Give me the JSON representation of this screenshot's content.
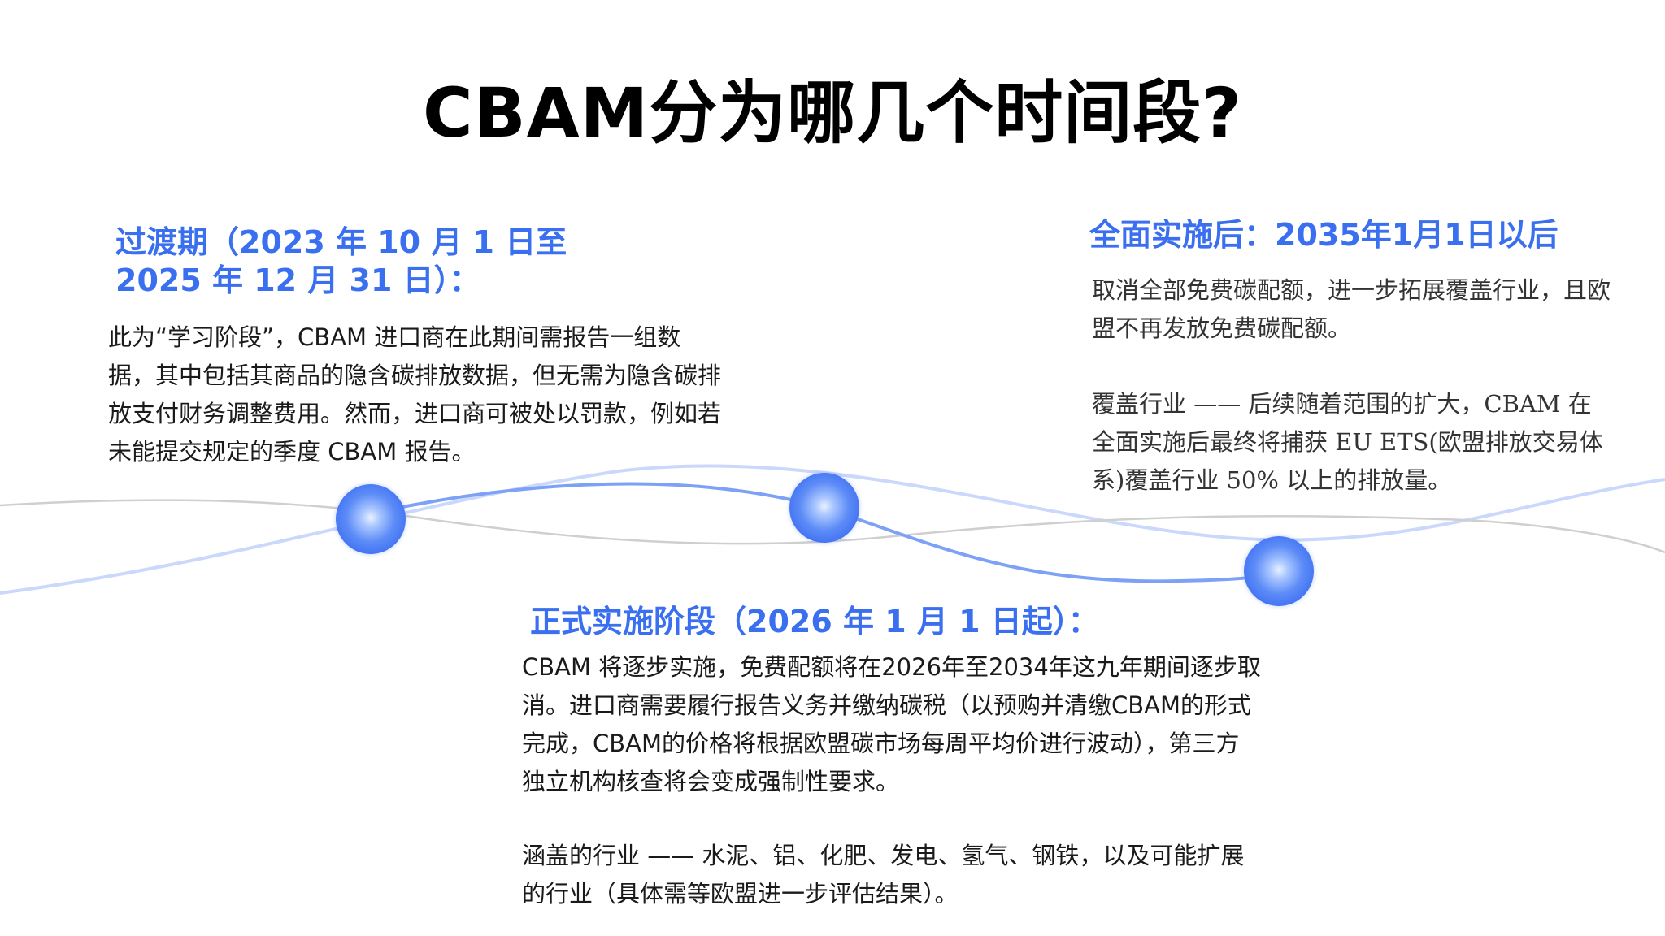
{
  "title": "CBAM分为哪几个时间段?",
  "sections": {
    "transition": {
      "heading_line1": "过渡期（2023 年 10 月 1 日至",
      "heading_line2": "2025 年 12 月 31 日）：",
      "body": "此为“学习阶段”，CBAM 进口商在此期间需报告一组数据，其中包括其商品的隐含碳排放数据，但无需为隐含碳排放支付财务调整费用。然而，进口商可被处以罚款，例如若未能提交规定的季度 CBAM 报告。"
    },
    "formal": {
      "heading": "正式实施阶段（2026 年 1 月 1 日起）：",
      "body": "CBAM 将逐步实施，免费配额将在2026年至2034年这九年期间逐步取消。进口商需要履行报告义务并缴纳碳税（以预购并清缴CBAM的形式完成，CBAM的价格将根据欧盟碳市场每周平均价进行波动），第三方独立机构核查将会变成强制性要求。",
      "sectors": "涵盖的行业 —— 水泥、铝、化肥、发电、氢气、钢铁，以及可能扩展的行业（具体需等欧盟进一步评估结果）。"
    },
    "full": {
      "heading": "全面实施后：2035年1月1日以后",
      "body": "取消全部免费碳配额，进一步拓展覆盖行业，且欧盟不再发放免费碳配额。",
      "coverage": "覆盖行业 —— 后续随着范围的扩大，CBAM 在全面实施后最终将捕获 EU ETS(欧盟排放交易体系)覆盖行业 50% 以上的排放量。"
    }
  },
  "colors": {
    "accent": "#3a6ff0",
    "wave_blue": "#7da2f5",
    "wave_light": "#c9d8fb",
    "wave_gray": "#c8c8c8"
  }
}
